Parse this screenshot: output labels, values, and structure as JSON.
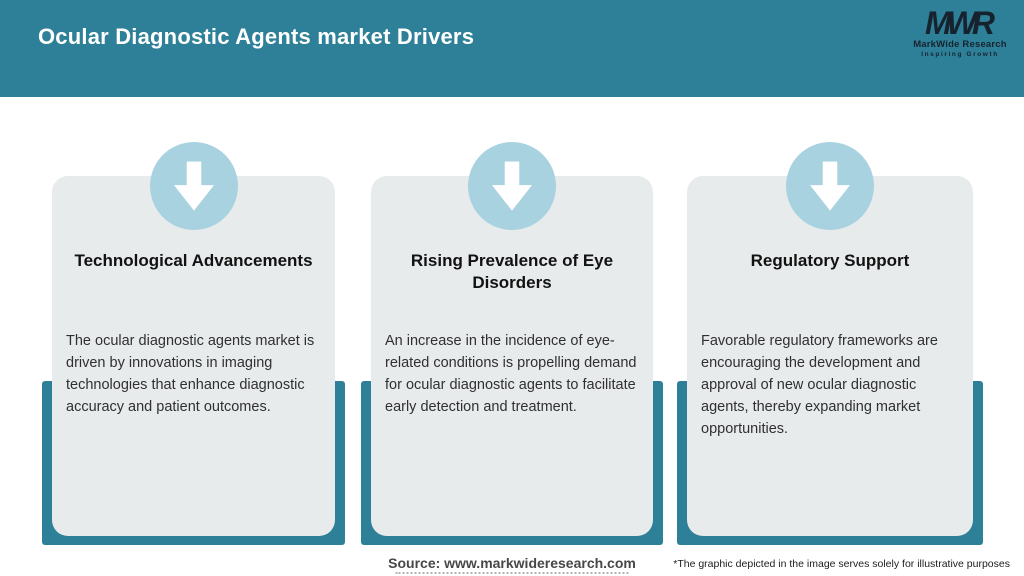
{
  "header": {
    "title": "Ocular Diagnostic Agents market Drivers",
    "logo": {
      "monogram": "MWR",
      "name": "MarkWide Research",
      "tagline": "Inspiring Growth"
    }
  },
  "drivers": [
    {
      "icon": "arrow-down-icon",
      "heading": "Technological Advancements",
      "body": "The ocular diagnostic agents market is driven by innovations in imaging technologies that enhance diagnostic accuracy and patient outcomes."
    },
    {
      "icon": "arrow-down-icon",
      "heading": "Rising Prevalence of Eye Disorders",
      "body": "An increase in the incidence of eye-related conditions is propelling demand for ocular diagnostic agents to facilitate early detection and treatment."
    },
    {
      "icon": "arrow-down-icon",
      "heading": "Regulatory Support",
      "body": "Favorable regulatory frameworks are encouraging the development and approval of new ocular diagnostic agents, thereby expanding market opportunities."
    }
  ],
  "footer": {
    "source": "Source: www.markwideresearch.com",
    "disclaimer": "*The graphic depicted in the image serves solely for illustrative purposes"
  },
  "colors": {
    "teal": "#2e8098",
    "circle": "#a9d2e0",
    "card": "#e8ebec",
    "navy": "#16222e"
  }
}
